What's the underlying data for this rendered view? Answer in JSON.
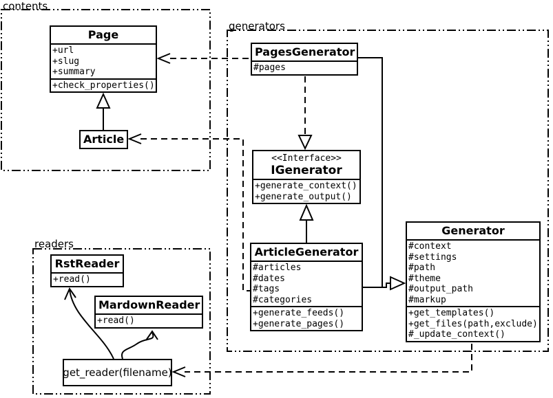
{
  "colors": {
    "ink": "#000000",
    "paper": "#ffffff"
  },
  "packages": {
    "contents": {
      "label": "contents"
    },
    "generators": {
      "label": "generators"
    },
    "readers": {
      "label": "readers"
    }
  },
  "classes": {
    "page": {
      "title": "Page",
      "attributes": [
        "+url",
        "+slug",
        "+summary"
      ],
      "methods": [
        "+check_properties()"
      ]
    },
    "article": {
      "title": "Article"
    },
    "pages_generator": {
      "title": "PagesGenerator",
      "attributes": [
        "#pages"
      ]
    },
    "igenerator": {
      "stereotype": "<<Interface>>",
      "title": "IGenerator",
      "methods": [
        "+generate_context()",
        "+generate_output()"
      ]
    },
    "article_generator": {
      "title": "ArticleGenerator",
      "attributes": [
        "#articles",
        "#dates",
        "#tags",
        "#categories"
      ],
      "methods": [
        "+generate_feeds()",
        "+generate_pages()"
      ]
    },
    "generator": {
      "title": "Generator",
      "attributes": [
        "#context",
        "#settings",
        "#path",
        "#theme",
        "#output_path",
        "#markup"
      ],
      "methods": [
        "+get_templates()",
        "+get_files(path,exclude)",
        "#_update_context()"
      ]
    },
    "rst_reader": {
      "title": "RstReader",
      "methods": [
        "+read()"
      ]
    },
    "mardown_reader": {
      "title": "MardownReader",
      "methods": [
        "+read()"
      ]
    },
    "get_reader": {
      "title": "get_reader(filename)"
    }
  },
  "relationships": [
    {
      "type": "generalization",
      "from": "Article",
      "to": "Page"
    },
    {
      "type": "dependency",
      "from": "PagesGenerator",
      "to": "Page"
    },
    {
      "type": "dependency",
      "from": "ArticleGenerator",
      "to": "Article"
    },
    {
      "type": "realization",
      "from": "PagesGenerator",
      "to": "IGenerator"
    },
    {
      "type": "generalization",
      "from": "ArticleGenerator",
      "to": "IGenerator"
    },
    {
      "type": "generalization",
      "from": "PagesGenerator",
      "to": "Generator"
    },
    {
      "type": "generalization",
      "from": "ArticleGenerator",
      "to": "Generator"
    },
    {
      "type": "dependency",
      "from": "Generator",
      "to": "get_reader(filename)"
    },
    {
      "type": "arrow",
      "from": "get_reader(filename)",
      "to": "RstReader"
    },
    {
      "type": "arrow",
      "from": "get_reader(filename)",
      "to": "MardownReader"
    }
  ]
}
